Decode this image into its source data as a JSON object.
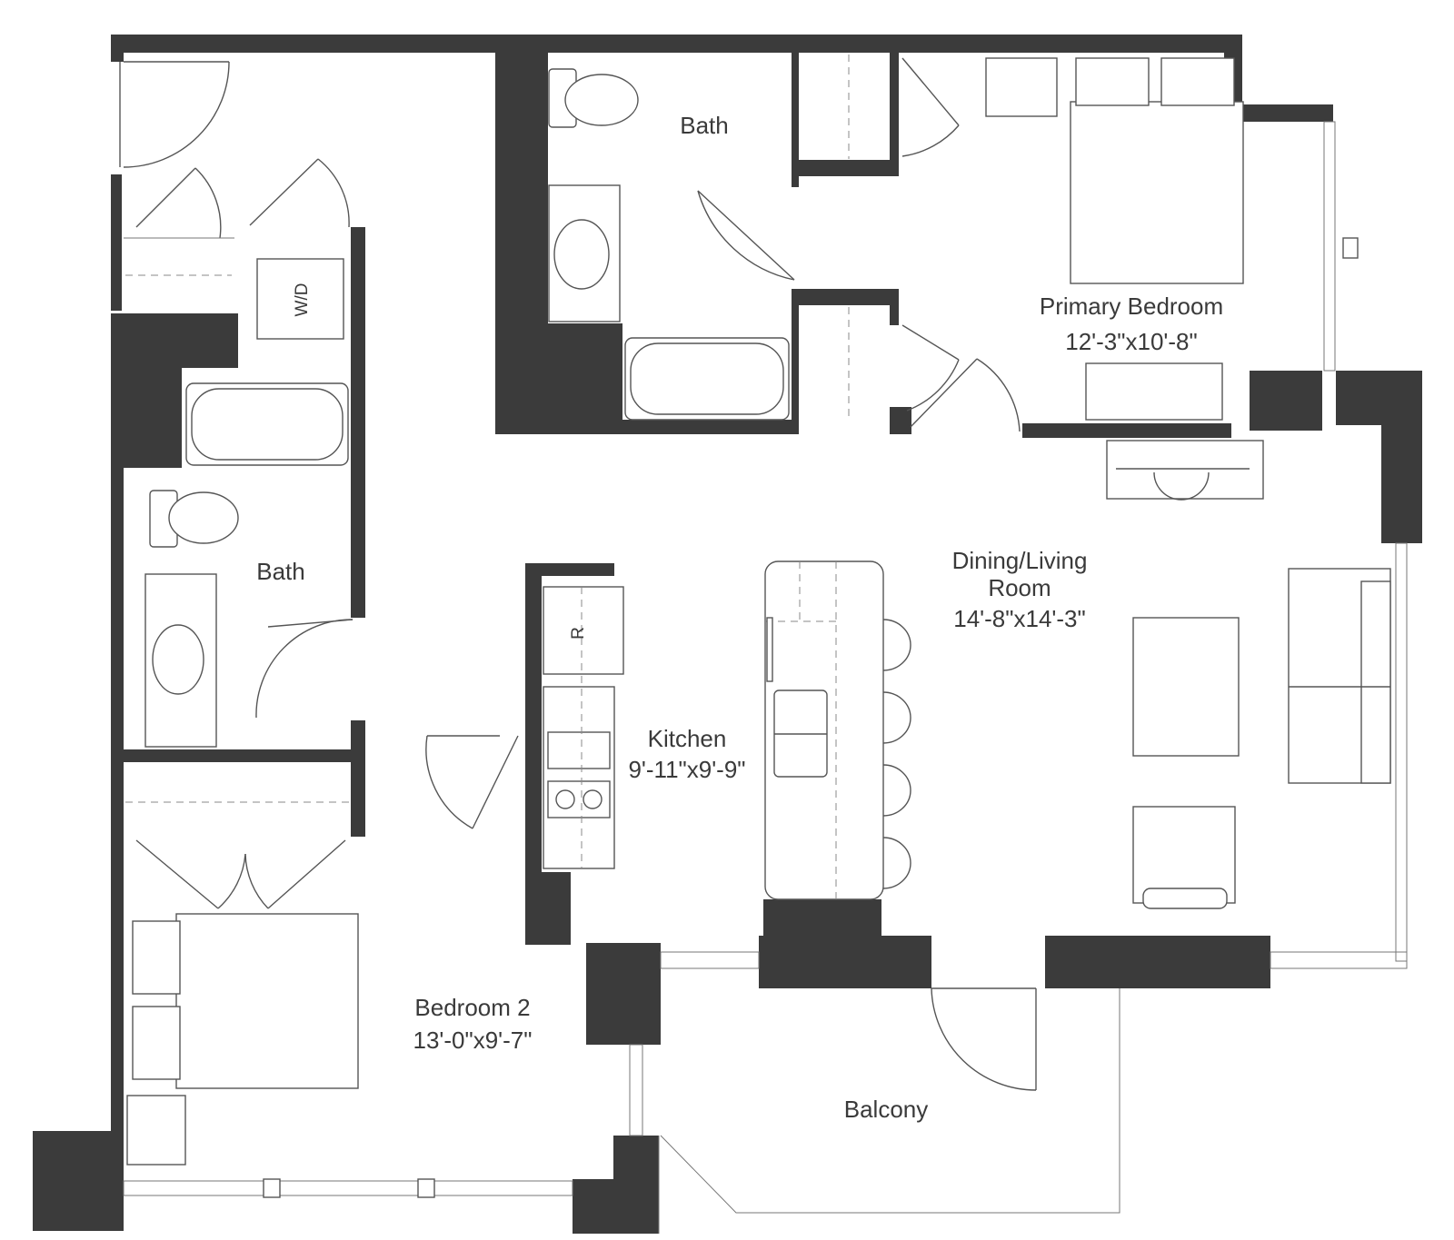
{
  "rooms": {
    "bath_top": {
      "name": "Bath"
    },
    "primary_bedroom": {
      "name": "Primary Bedroom",
      "dimensions": "12'-3\"x10'-8\""
    },
    "bath_left": {
      "name": "Bath"
    },
    "dining_living": {
      "name_line1": "Dining/Living",
      "name_line2": "Room",
      "dimensions": "14'-8\"x14'-3\""
    },
    "kitchen": {
      "name": "Kitchen",
      "dimensions": "9'-11\"x9'-9\""
    },
    "bedroom2": {
      "name": "Bedroom 2",
      "dimensions": "13'-0\"x9'-7\""
    },
    "balcony": {
      "name": "Balcony"
    }
  },
  "fixtures": {
    "washer_dryer": "W/D",
    "refrigerator": "R"
  },
  "colors": {
    "wall": "#3b3b3b",
    "line": "#555555"
  }
}
